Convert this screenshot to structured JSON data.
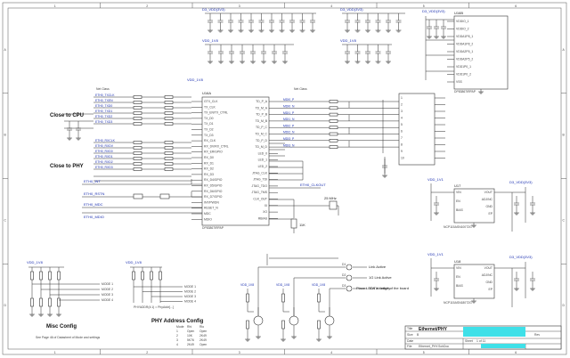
{
  "net_labels": {
    "vdd_3v3_top_left": "D3_VDD(3V3)",
    "vdd_3v3_top_mid": "D3_VDD(3V3)",
    "vdd_3v3_top_right": "D3_VDD(3V3)",
    "vdd_1v8_left": "VDD_1V8",
    "vdd_1v8_mid": "VDD_1V8",
    "vdd_1v8_chip": "VDD_1V8",
    "vdd_1v8_ps": "VDD_1V8",
    "vdd_1v8_leds": "VDD_1V8",
    "vdd_1v1_a": "VDD_1V1",
    "vdd_1v1_b": "VDD_1V1",
    "vdd_3v3_reg_a": "D3_VDD(3V3)",
    "vdd_3v3_reg_b": "D3_VDD(3V3)",
    "gnd": "GND"
  },
  "sections": {
    "close_to_cpu": "Close to CPU",
    "close_to_phy": "Close to PHY",
    "misc_config": "Misc Config",
    "phy_address_config": "PHY Address Config",
    "note_datasheet": "See Page 46 of Datasheet of Mode and settings",
    "phyaddr_note": "PHYADDR(4:1) = PhyAddr[...]",
    "place_leds_note": "Place LEDs on edge of the board",
    "no_class_1": "Net Class",
    "no_class_2": "Net Class"
  },
  "phy_chip": {
    "ref": "U16A",
    "part": "DP83867IRPAP",
    "left_pins": [
      "GTX_CLK",
      "TX_CLK",
      "TX_EN/TX_CTRL",
      "TX_D0",
      "TX_D1",
      "TX_D2",
      "TX_D3",
      "RX_CLK",
      "RX_DV/RX_CTRL",
      "RX_ER/GPIO",
      "RX_D0",
      "RX_D1",
      "RX_D2",
      "RX_D3",
      "RX_D4/GPIO",
      "RX_D5/GPIO",
      "RX_D6/GPIO",
      "RX_D7/GPIO",
      "INT/PWDN",
      "RESET_N",
      "MDC",
      "MDIO"
    ],
    "right_pins": [
      "TD_P_A",
      "TD_M_A",
      "TD_P_B",
      "TD_M_B",
      "TD_P_C",
      "TD_M_C",
      "TD_P_D",
      "TD_M_D",
      "LED_0",
      "LED_1",
      "LED_2",
      "JTAG_CLK",
      "JTAG_TDI",
      "JTAG_TDO",
      "JTAG_TMS",
      "CLK_OUT",
      "XI",
      "XO",
      "RBIAS"
    ]
  },
  "power_chip": {
    "ref": "U16B",
    "part": "DP83867IRPAP",
    "pins": [
      "VDDIO_1",
      "VDDIO_2",
      "VDDA1P8_1",
      "VDDA1P8_2",
      "VDDA2P5_1",
      "VDDA2P5_2",
      "VDD1P0_1",
      "VDD1P0_2",
      "VSS"
    ]
  },
  "cpu_nets": [
    "ETH0_TXCLK",
    "ETH0_TXEN",
    "ETH0_TXD0",
    "ETH0_TXD1",
    "ETH0_TXD2",
    "ETH0_TXD3",
    "ETH0_RXCLK",
    "ETH0_RXDV",
    "ETH0_RXD0",
    "ETH0_RXD1",
    "ETH0_RXD2",
    "ETH0_RXD3"
  ],
  "mdi_nets": [
    "MDI0_P",
    "MDI0_N",
    "MDI1_P",
    "MDI1_N",
    "MDI2_P",
    "MDI2_N",
    "MDI3_P",
    "MDI3_N"
  ],
  "control_nets": {
    "int": "ETH0_INT",
    "reset": "ETH0_RSTN",
    "mdc": "ETH0_MDC",
    "mdio": "ETH0_MDIO",
    "clkout": "ETH0_CLKOUT",
    "crystal": "25 MHz",
    "rbias": "11K"
  },
  "mode_labels": [
    "MODE 1",
    "MODE 2",
    "MODE 3",
    "MODE 4"
  ],
  "phy_mode_labels": [
    "MODE 1",
    "MODE 2",
    "MODE 3",
    "MODE 4"
  ],
  "mode_table": {
    "header": [
      "Mode",
      "Rhi",
      "Rlo"
    ],
    "rows": [
      [
        "1",
        "Open",
        "Open"
      ],
      [
        "2",
        "10K",
        "2K49"
      ],
      [
        "3",
        "5K76",
        "2K49"
      ],
      [
        "4",
        "2K49",
        "Open"
      ]
    ]
  },
  "leds": {
    "labels": [
      "Link Active",
      "1G Link Active",
      "10/TX Activity"
    ],
    "refs": [
      "D1",
      "D2",
      "D3"
    ]
  },
  "regulators": {
    "u1": {
      "ref": "U17",
      "part": "NCP115ASN100T2G",
      "pins_left": [
        "VIN",
        "EN",
        "BIAS"
      ],
      "pins_right": [
        "VOUT",
        "ADJ/NC",
        "GND",
        "EP"
      ]
    },
    "u2": {
      "ref": "U18",
      "part": "NCP115ASN180T2G",
      "pins_left": [
        "VIN",
        "EN",
        "BIAS"
      ],
      "pins_right": [
        "VOUT",
        "ADJ/NC",
        "GND",
        "EP"
      ]
    }
  },
  "title_block": {
    "title_label": "Title",
    "title": "Ethernet/PHY",
    "size_label": "Size",
    "size": "B",
    "date_label": "Date",
    "file_label": "File",
    "file": "Ethernet_PHY.SchDoc",
    "sheet_label": "Sheet",
    "sheet": "1 of 11",
    "rev_label": "Rev"
  },
  "border": {
    "cols": [
      "1",
      "2",
      "3",
      "4",
      "5",
      "6"
    ],
    "rows": [
      "A",
      "B",
      "C",
      "D"
    ]
  },
  "colors": {
    "wire": "#2a2a2a",
    "net": "#1a2fb0",
    "redact": "#3fe0e8"
  }
}
